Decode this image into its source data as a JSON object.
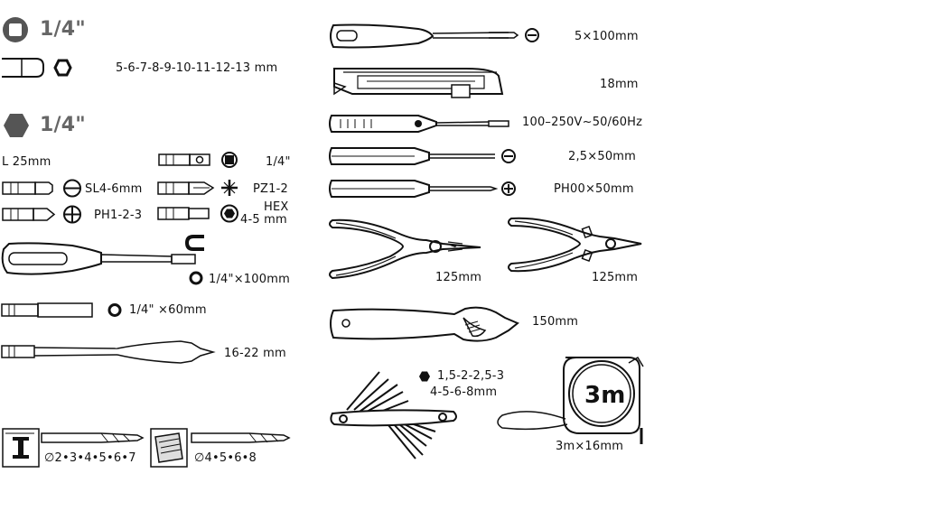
{
  "sockets": {
    "drive_size": "1/4\"",
    "sizes": "5-6-7-8-9-10-11-12-13 mm"
  },
  "bits": {
    "drive_size": "1/4\"",
    "length": "L 25mm",
    "adapter": "1/4\"",
    "slotted": "SL4-6mm",
    "pozidriv": "PZ1-2",
    "phillips": "PH1-2-3",
    "hex_label": "HEX",
    "hex_sizes": "4-5 mm"
  },
  "bit_holder_handle": {
    "size": "1/4\"×100mm"
  },
  "extension": {
    "size": "1/4\" ×60mm"
  },
  "spade_bit": {
    "size": "16-22 mm"
  },
  "drill_bits": {
    "metal_sizes": "∅2•3•4•5•6•7",
    "wood_sizes": "∅4•5•6•8"
  },
  "screwdriver": {
    "size": "5×100mm"
  },
  "utility_knife": {
    "size": "18mm"
  },
  "voltage_tester": {
    "range": "100–250V~50/60Hz"
  },
  "precision_slotted": {
    "size": "2,5×50mm"
  },
  "precision_phillips": {
    "size": "PH00×50mm"
  },
  "combination_pliers": {
    "size": "125mm"
  },
  "side_cutters": {
    "size": "125mm"
  },
  "adjustable_wrench": {
    "size": "150mm"
  },
  "hex_keys": {
    "sizes_line1": "1,5-2-2,5-3",
    "sizes_line2": "4-5-6-8mm"
  },
  "tape_measure": {
    "badge": "3m",
    "size": "3m×16mm"
  }
}
